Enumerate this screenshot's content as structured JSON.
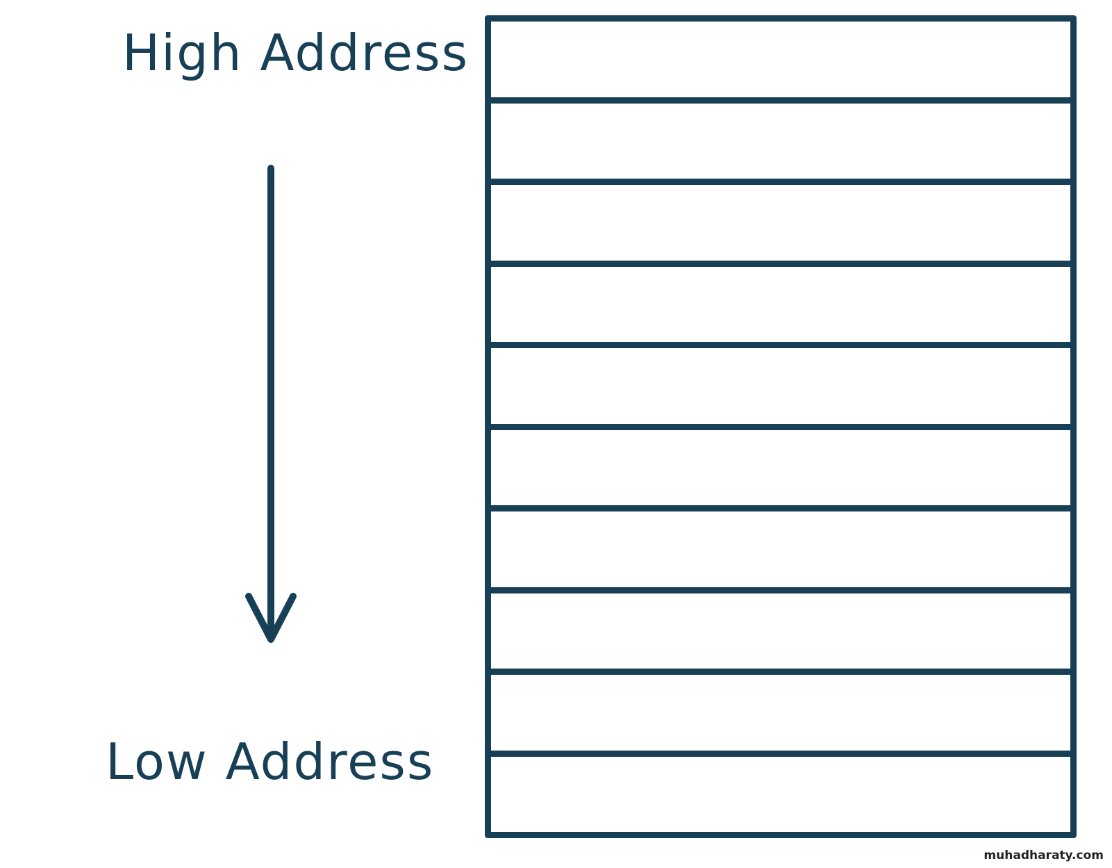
{
  "labels": {
    "high": "High Address",
    "low": "Low Address"
  },
  "memory": {
    "row_count": 10
  },
  "watermark": "muhadharaty.com",
  "colors": {
    "ink": "#173f56",
    "background": "#ffffff"
  },
  "icons": {
    "direction_arrow": "arrow-down-icon"
  }
}
